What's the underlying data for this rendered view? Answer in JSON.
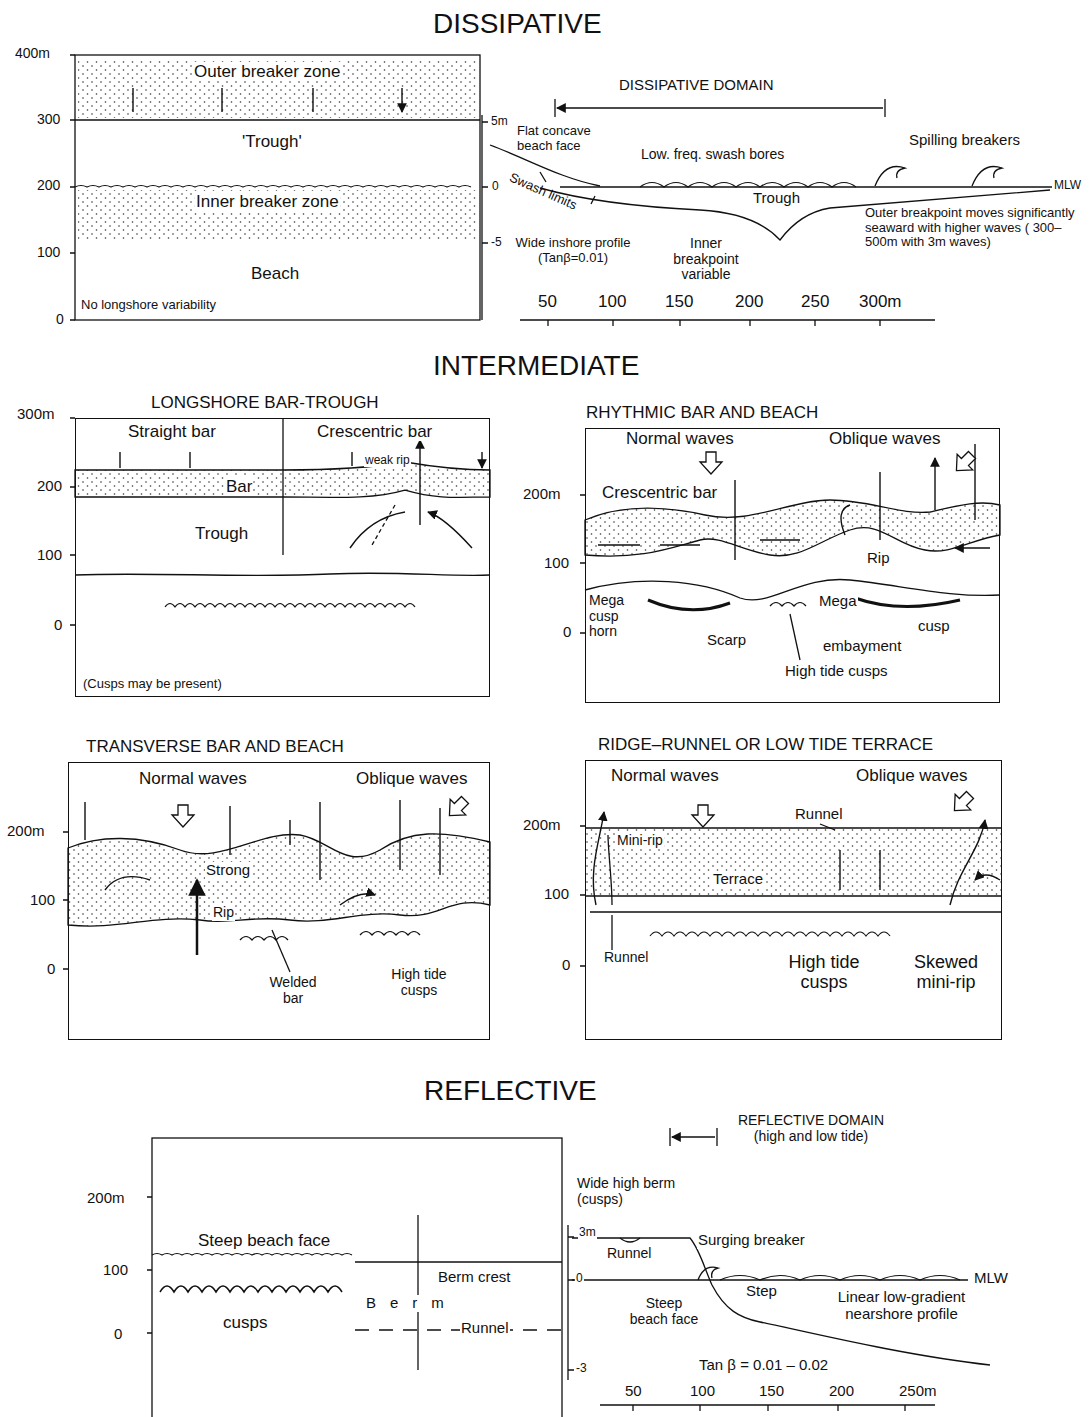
{
  "diagram": {
    "nodes": [
      {
        "text": [
          "LONGSHORE BAR-TROUGH"
        ]
      },
      {
        "text": [
          "RHYTHMIC BAR AND BEACH"
        ]
      },
      {
        "text": [
          "TRANSVERSE BAR AND BEACH"
        ]
      },
      {
        "text": [
          "RIDGE–RUNNEL OR LOW TIDE TERRACE"
        ]
      }
    ],
    "labels": [
      "DISSIPATIVE",
      "400m",
      "300",
      "200",
      "100",
      "0",
      "Outer breaker zone",
      "'Trough'",
      "Inner breaker zone",
      "Beach",
      "No longshore variability",
      "DISSIPATIVE DOMAIN",
      "5m",
      "0",
      "-5",
      "Flat concave beach face",
      "Low. freq. swash bores",
      "Spilling breakers",
      "MLW",
      "Swash limits",
      "Trough",
      "Outer breakpoint moves significantly seaward with higher waves ( 300–500m with 3m waves)",
      "Wide inshore profile (Tanβ=0.01)",
      "Inner breakpoint variable",
      "50",
      "100",
      "150",
      "200",
      "250",
      "300m",
      "INTERMEDIATE",
      "300m",
      "200",
      "100",
      "0",
      "Straight bar",
      "Crescentric bar",
      "weak rip",
      "Bar",
      "Trough",
      "(Cusps may be present)",
      "200m",
      "100",
      "0",
      "Normal waves",
      "Oblique waves",
      "Crescentric bar",
      "Rip",
      "Mega cusp horn",
      "Scarp",
      "Mega",
      "cusp",
      "embayment",
      "High tide cusps",
      "200m",
      "100",
      "0",
      "Normal waves",
      "Oblique waves",
      "Strong",
      "Rip",
      "Welded bar",
      "High tide cusps",
      "200m",
      "100",
      "0",
      "Normal waves",
      "Oblique waves",
      "Mini-rip",
      "Runnel",
      "Terrace",
      "Runnel",
      "High tide cusps",
      "Skewed mini-rip",
      "REFLECTIVE",
      "200m",
      "100",
      "0",
      "Steep beach face",
      "cusps",
      "Berm crest",
      "Berm",
      "Runnel",
      "REFLECTIVE DOMAIN (high and low tide)",
      "Wide high berm (cusps)",
      "3m",
      "0",
      "-3",
      "Surging breaker",
      "MLW",
      "Runnel",
      "Steep beach face",
      "Step",
      "Linear low-gradient nearshore profile",
      "Tan β = 0.01 – 0.02",
      "50",
      "100",
      "150",
      "200",
      "250m"
    ]
  }
}
